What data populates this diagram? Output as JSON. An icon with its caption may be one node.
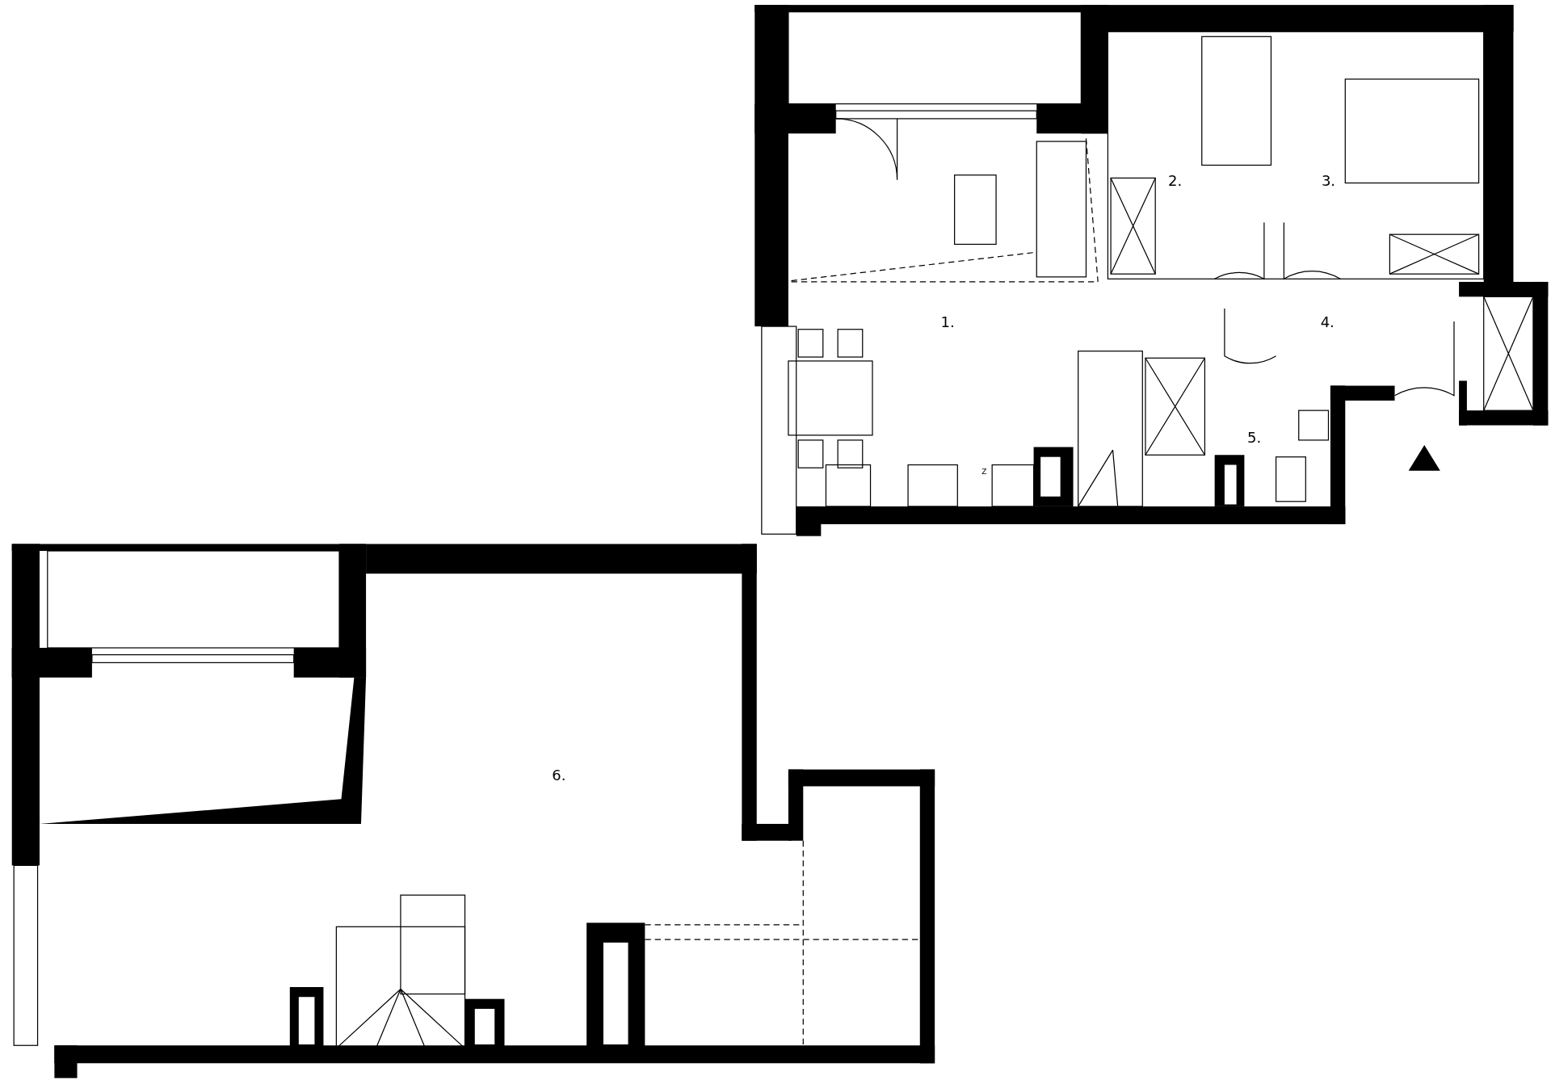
{
  "diagram": {
    "labels": [
      "1.",
      "2.",
      "3.",
      "4.",
      "5.",
      "6.",
      "Z"
    ]
  }
}
